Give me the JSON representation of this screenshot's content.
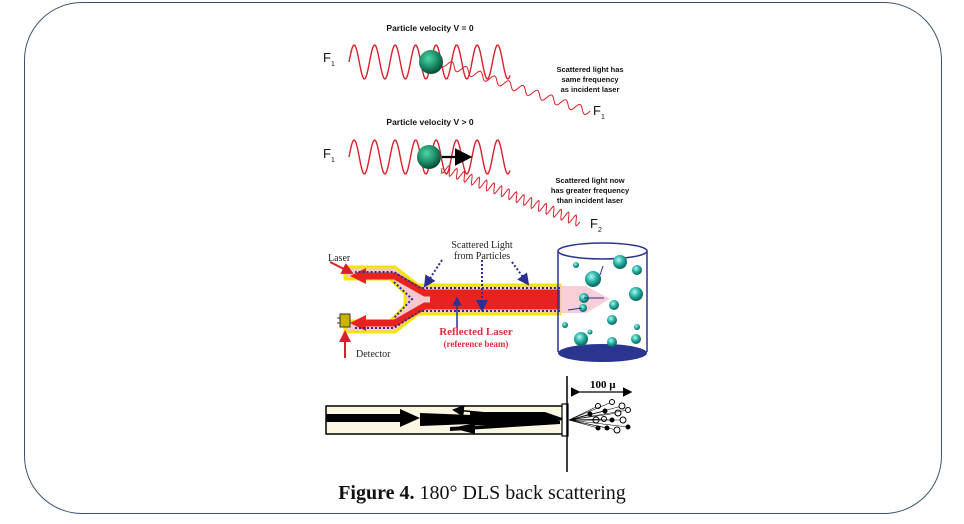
{
  "panel1": {
    "title": "Particle velocity V = 0",
    "incident_label": "F",
    "incident_sub": "1",
    "note_lines": [
      "Scattered light has",
      "same frequency",
      "as incident laser"
    ],
    "scattered_label": "F",
    "scattered_sub": "1"
  },
  "panel2": {
    "title": "Particle velocity V > 0",
    "incident_label": "F",
    "incident_sub": "1",
    "note_lines": [
      "Scattered light now",
      "has greater frequency",
      "than incident laser"
    ],
    "scattered_label": "F",
    "scattered_sub": "2"
  },
  "panel3": {
    "laser_label": "Laser",
    "scattered_lines": [
      "Scattered Light",
      "from Particles"
    ],
    "reflected_lines": [
      "Reflected Laser",
      "(reference beam)"
    ],
    "detector_label": "Detector"
  },
  "panel4": {
    "scale_label": "100 µ"
  },
  "caption": {
    "prefix": "Figure 4.",
    "text": " 180° DLS back scattering"
  },
  "colors": {
    "wave": "#d9202a",
    "particle": "#1a8a66",
    "beam": "#e8231f",
    "sheath": "#f7c7cf",
    "fiber_outline": "#f2e500",
    "dots": "#2b2f93",
    "cuvette": "#2a3590",
    "frame": "#3d5275"
  }
}
